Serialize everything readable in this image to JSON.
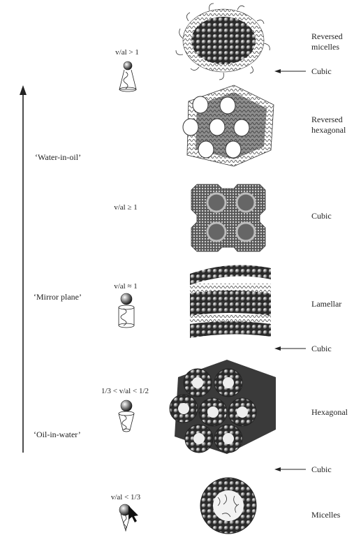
{
  "regimes": {
    "water_in_oil": "‘Water-in-oil’",
    "mirror_plane": "‘Mirror plane’",
    "oil_in_water": "‘Oil-in-water’"
  },
  "phases": {
    "reversed_micelles": "Reversed\nmicelles",
    "cubic_1": "Cubic",
    "reversed_hexagonal": "Reversed\nhexagonal",
    "cubic_2": "Cubic",
    "lamellar": "Lamellar",
    "cubic_3": "Cubic",
    "hexagonal": "Hexagonal",
    "cubic_4": "Cubic",
    "micelles": "Micelles"
  },
  "ratios": {
    "r1": "v/al > 1",
    "r2": "v/al ≥ 1",
    "r3": "v/al ≈ 1",
    "r4": "1/3 < v/al < 1/2",
    "r5": "v/al < 1/3"
  },
  "colors": {
    "ink": "#222222",
    "lipid": "#3a3a3a"
  }
}
